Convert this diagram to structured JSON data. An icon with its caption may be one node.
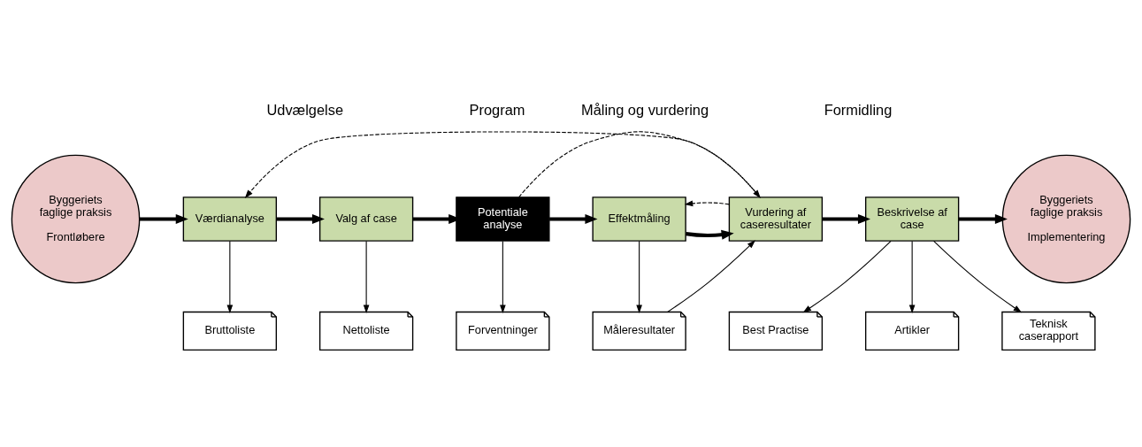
{
  "diagram": {
    "nodes": [
      {
        "text": [
          "Byggeriets faglige praksis",
          "Frontløbere"
        ]
      },
      {
        "text": [
          "Værdianalyse"
        ]
      },
      {
        "text": [
          "Valg af case"
        ]
      },
      {
        "text": [
          "Potentiale analyse"
        ]
      },
      {
        "text": [
          "Effektmåling"
        ]
      },
      {
        "text": [
          "Vurdering af caseresultater"
        ]
      },
      {
        "text": [
          "Beskrivelse af case"
        ]
      },
      {
        "text": [
          "Byggeriets faglige praksis",
          "Implementering"
        ]
      },
      {
        "text": [
          "Bruttoliste"
        ]
      },
      {
        "text": [
          "Nettoliste"
        ]
      },
      {
        "text": [
          "Forventninger"
        ]
      },
      {
        "text": [
          "Måleresultater"
        ]
      },
      {
        "text": [
          "Teknisk caserapport"
        ]
      },
      {
        "text": [
          "Best Practise"
        ]
      },
      {
        "text": [
          "Artikler"
        ]
      }
    ],
    "edges": [
      {
        "from": 0,
        "to": 1,
        "arrow": "to",
        "style": "thick"
      },
      {
        "from": 1,
        "to": 2,
        "arrow": "to",
        "style": "thick"
      },
      {
        "from": 2,
        "to": 3,
        "arrow": "to",
        "style": "thick"
      },
      {
        "from": 3,
        "to": 4,
        "arrow": "to",
        "style": "thick"
      },
      {
        "from": 4,
        "to": 5,
        "arrow": "to",
        "style": "thick"
      },
      {
        "from": 5,
        "to": 4,
        "arrow": "to",
        "style": "dashed"
      },
      {
        "from": 5,
        "to": 6,
        "arrow": "to",
        "style": "thick"
      },
      {
        "from": 6,
        "to": 7,
        "arrow": "to",
        "style": "thick"
      },
      {
        "from": 1,
        "to": 8,
        "arrow": "to"
      },
      {
        "from": 2,
        "to": 9,
        "arrow": "to"
      },
      {
        "from": 3,
        "to": 10,
        "arrow": "to"
      },
      {
        "from": 4,
        "to": 11,
        "arrow": "to"
      },
      {
        "from": 11,
        "to": 5,
        "arrow": "to"
      },
      {
        "from": 6,
        "to": 12,
        "arrow": "to"
      },
      {
        "from": 6,
        "to": 13,
        "arrow": "to"
      },
      {
        "from": 6,
        "to": 14,
        "arrow": "to"
      },
      {
        "from": 5,
        "to": 1,
        "arrow": "to",
        "style": "dashed"
      },
      {
        "from": 3,
        "to": 5,
        "arrow": "to",
        "style": "dashed"
      }
    ],
    "labels": [
      "Udvælgelse",
      "Program",
      "Måling og vurdering",
      "Formidling"
    ]
  }
}
